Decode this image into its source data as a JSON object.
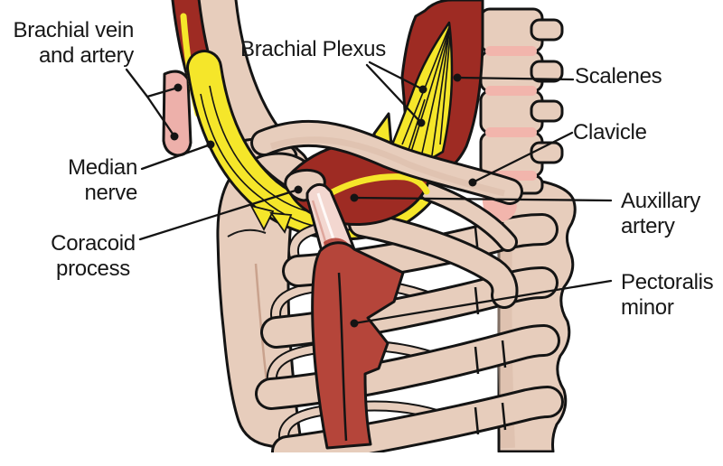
{
  "figure": {
    "type": "anatomical-diagram",
    "subject": "brachial plexus and thoracic outlet region",
    "labels": {
      "brachial_vein_artery": {
        "line1": "Brachial vein",
        "line2": "and artery"
      },
      "brachial_plexus": {
        "line1": "Brachial Plexus"
      },
      "scalenes": {
        "line1": "Scalenes"
      },
      "clavicle": {
        "line1": "Clavicle"
      },
      "median_nerve": {
        "line1": "Median",
        "line2": "nerve"
      },
      "auxillary_artery": {
        "line1": "Auxillary",
        "line2": "artery"
      },
      "coracoid_process": {
        "line1": "Coracoid",
        "line2": "process"
      },
      "pectoralis_minor": {
        "line1": "Pectoralis",
        "line2": "minor"
      }
    },
    "colors": {
      "bone": "#e7cdbc",
      "bone_shade": "#d9b9a6",
      "disc_pink": "#f2b5ac",
      "muscle_dark_red": "#9e2b23",
      "muscle_bright_red": "#b5453a",
      "nerve_yellow": "#f5e62a",
      "tendon_pink": "#f3d7d0",
      "vein_pink": "#edb0aa",
      "outline": "#141414",
      "label_text": "#171717",
      "background": "#ffffff"
    }
  }
}
